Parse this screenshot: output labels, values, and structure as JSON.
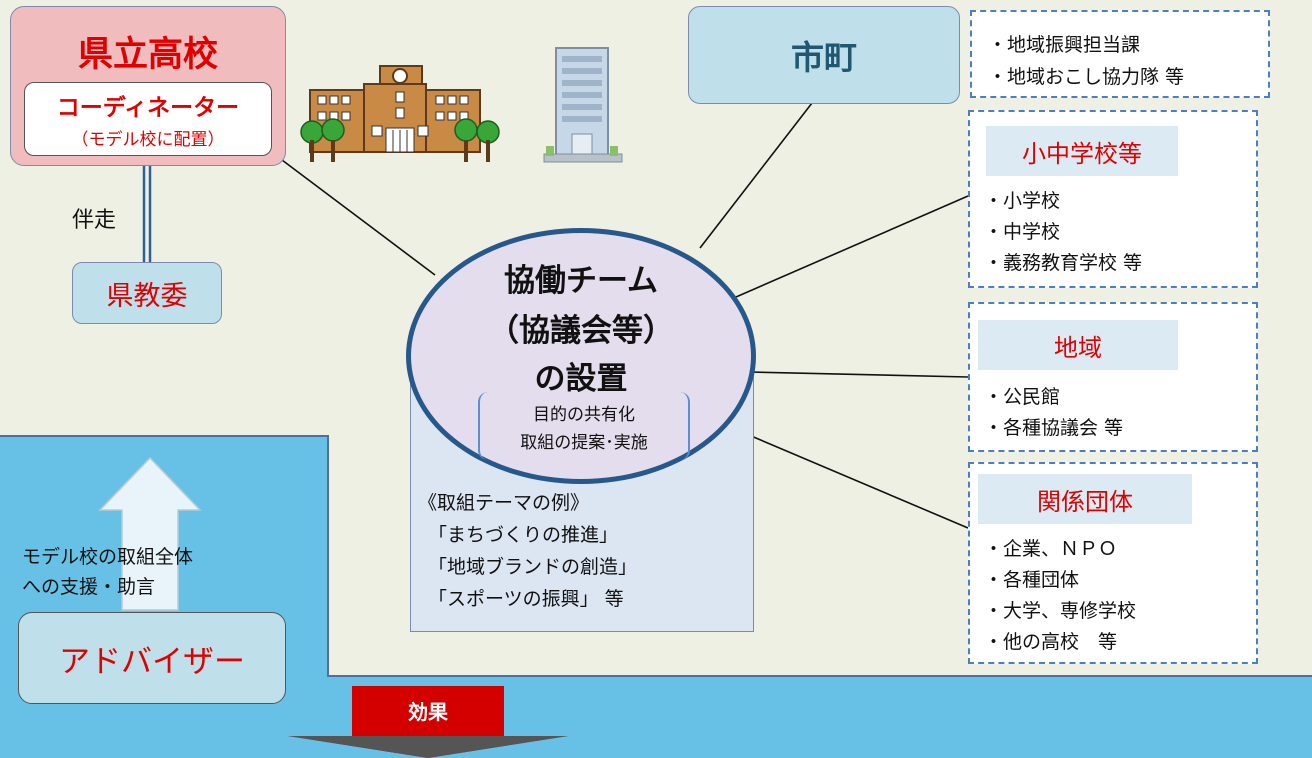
{
  "school": {
    "title": "県立高校",
    "coordinator": "コーディネーター",
    "coordinator_note": "（モデル校に配置）"
  },
  "accompany_label": "伴走",
  "board": "県教委",
  "city": "市町",
  "city_list": [
    "・地域振興担当課",
    "・地域おこし協力隊 等"
  ],
  "schools_group": {
    "title": "小中学校等",
    "items": [
      "・小学校",
      "・中学校",
      "・義務教育学校 等"
    ]
  },
  "region_group": {
    "title": "地域",
    "items": [
      "・公民館",
      "・各種協議会 等"
    ]
  },
  "org_group": {
    "title": "関係団体",
    "items": [
      "・企業、ＮＰＯ",
      "・各種団体",
      "・大学、専修学校",
      "・他の高校　等"
    ]
  },
  "team": {
    "title_lines": [
      "協働チーム",
      "（協議会等）",
      "の設置"
    ],
    "sub_lines": [
      "目的の共有化",
      "取組の提案･実施"
    ]
  },
  "themes": {
    "heading": "《取組テーマの例》",
    "items": [
      "「まちづくりの推進」",
      "「地域ブランドの創造」",
      "「スポーツの振興」 等"
    ]
  },
  "support_lines": [
    "モデル校の取組全体",
    "への支援・助言"
  ],
  "adviser": "アドバイザー",
  "effect": "効果",
  "colors": {
    "red": "#e00000",
    "teal": "#1f5870",
    "panel": "#eef0e3",
    "sky": "#67c1e6"
  }
}
